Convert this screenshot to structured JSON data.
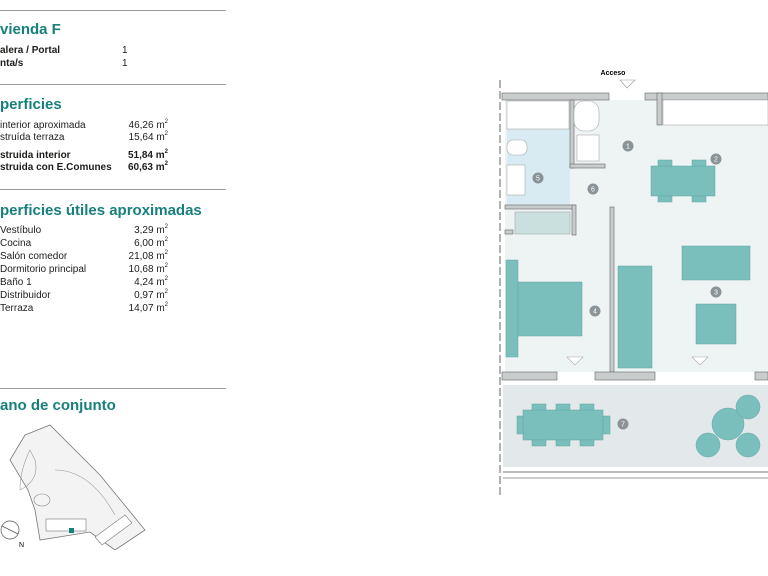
{
  "sections": {
    "vivienda": {
      "title": "vienda F",
      "rows": [
        {
          "label": "alera / Portal",
          "value": "1"
        },
        {
          "label": "nta/s",
          "value": "1"
        }
      ]
    },
    "superficies": {
      "title": "perficies",
      "rows": [
        {
          "label": "interior aproximada",
          "value": "46,26 m",
          "bold": false
        },
        {
          "label": "struída terraza",
          "value": "15,64 m",
          "bold": false
        },
        {
          "label": "struida interior",
          "value": "51,84 m",
          "bold": true
        },
        {
          "label": "struida con E.Comunes",
          "value": "60,63 m",
          "bold": true
        }
      ]
    },
    "utiles": {
      "title": "perficies útiles aproximadas",
      "rows": [
        {
          "label": "Vestíbulo",
          "value": "3,29 m"
        },
        {
          "label": "Cocina",
          "value": "6,00 m"
        },
        {
          "label": "Salón comedor",
          "value": "21,08 m"
        },
        {
          "label": "Dormitorio principal",
          "value": "10,68 m"
        },
        {
          "label": "Baño 1",
          "value": "4,24 m"
        },
        {
          "label": "Distribuidor",
          "value": "0,97 m"
        },
        {
          "label": "Terraza",
          "value": "14,07 m"
        }
      ]
    },
    "conjunto": {
      "title": "ano de conjunto",
      "north": "N"
    }
  },
  "unit_sup": "2",
  "plan": {
    "access_label": "Acceso",
    "room_numbers": [
      "1",
      "2",
      "3",
      "4",
      "5",
      "6",
      "7"
    ]
  },
  "colors": {
    "accent": "#17807c",
    "furniture": "#7bbfbd",
    "floor": "#eef3f4",
    "terrace": "#e3e8ea",
    "badge": "#8a9396"
  }
}
